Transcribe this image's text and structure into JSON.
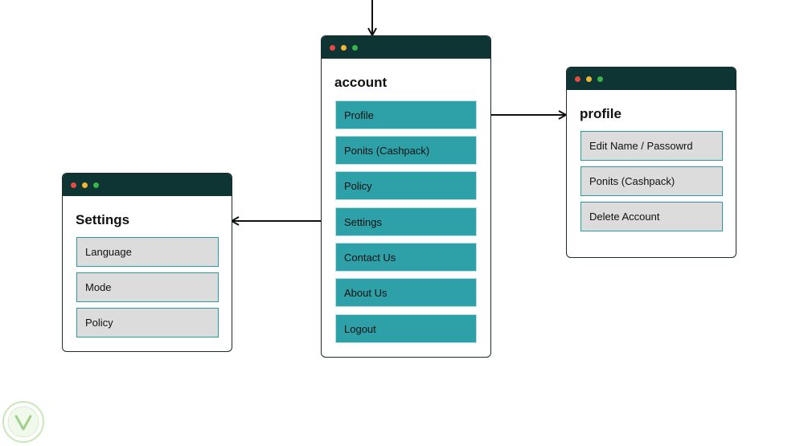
{
  "account": {
    "title": "account",
    "items": [
      "Profile",
      "Ponits (Cashpack)",
      "Policy",
      "Settings",
      "Contact Us",
      "About Us",
      "Logout"
    ]
  },
  "profile": {
    "title": "profile",
    "items": [
      "Edit Name / Passowrd",
      "Ponits (Cashpack)",
      "Delete Account"
    ]
  },
  "settings": {
    "title": "Settings",
    "items": [
      "Language",
      "Mode",
      "Policy"
    ]
  },
  "colors": {
    "titlebar": "#0f3434",
    "teal_item": "#2ea0a8",
    "grey_item": "#dcdcdc",
    "dot_red": "#e84a3f",
    "dot_yellow": "#f2b631",
    "dot_green": "#37b54a"
  },
  "icons": {
    "watermark": "logo-watermark"
  }
}
